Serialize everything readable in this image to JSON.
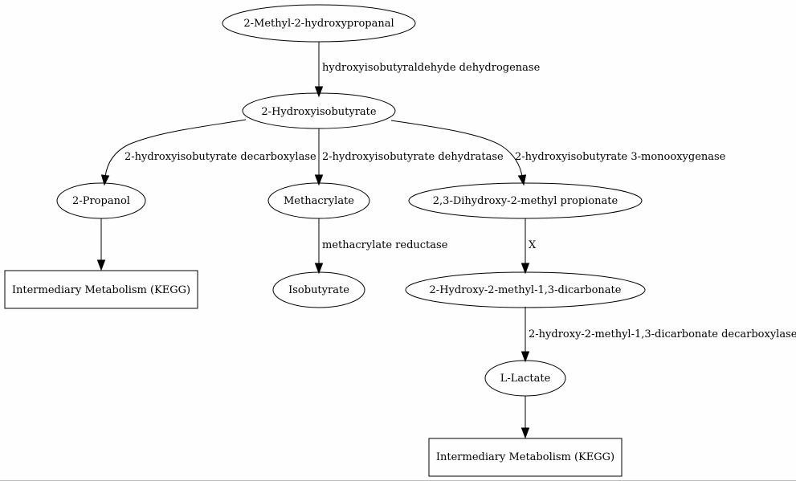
{
  "diagram": {
    "nodes": {
      "methyl_hydroxypropanal": {
        "label": "2-Methyl-2-hydroxypropanal",
        "shape": "ellipse"
      },
      "hydroxyisobutyrate": {
        "label": "2-Hydroxyisobutyrate",
        "shape": "ellipse"
      },
      "propanol": {
        "label": "2-Propanol",
        "shape": "ellipse"
      },
      "methacrylate": {
        "label": "Methacrylate",
        "shape": "ellipse"
      },
      "dihydroxy_methyl_propionate": {
        "label": "2,3-Dihydroxy-2-methyl propionate",
        "shape": "ellipse"
      },
      "intermediary_left": {
        "label": "Intermediary Metabolism (KEGG)",
        "shape": "box"
      },
      "isobutyrate": {
        "label": "Isobutyrate",
        "shape": "ellipse"
      },
      "hydroxy_methyl_dicarbonate": {
        "label": "2-Hydroxy-2-methyl-1,3-dicarbonate",
        "shape": "ellipse"
      },
      "lactate": {
        "label": "L-Lactate",
        "shape": "ellipse"
      },
      "intermediary_bottom": {
        "label": "Intermediary Metabolism (KEGG)",
        "shape": "box"
      }
    },
    "edges": {
      "e1": {
        "from": "methyl_hydroxypropanal",
        "to": "hydroxyisobutyrate",
        "label": "hydroxyisobutyraldehyde dehydrogenase"
      },
      "e2": {
        "from": "hydroxyisobutyrate",
        "to": "propanol",
        "label": "2-hydroxyisobutyrate decarboxylase"
      },
      "e3": {
        "from": "hydroxyisobutyrate",
        "to": "methacrylate",
        "label": "2-hydroxyisobutyrate dehydratase"
      },
      "e4": {
        "from": "hydroxyisobutyrate",
        "to": "dihydroxy_methyl_propionate",
        "label": "2-hydroxyisobutyrate 3-monooxygenase"
      },
      "e5": {
        "from": "propanol",
        "to": "intermediary_left",
        "label": ""
      },
      "e6": {
        "from": "methacrylate",
        "to": "isobutyrate",
        "label": "methacrylate reductase"
      },
      "e7": {
        "from": "dihydroxy_methyl_propionate",
        "to": "hydroxy_methyl_dicarbonate",
        "label": "X"
      },
      "e8": {
        "from": "hydroxy_methyl_dicarbonate",
        "to": "lactate",
        "label": "2-hydroxy-2-methyl-1,3-dicarbonate decarboxylase"
      },
      "e9": {
        "from": "lactate",
        "to": "intermediary_bottom",
        "label": ""
      }
    }
  }
}
